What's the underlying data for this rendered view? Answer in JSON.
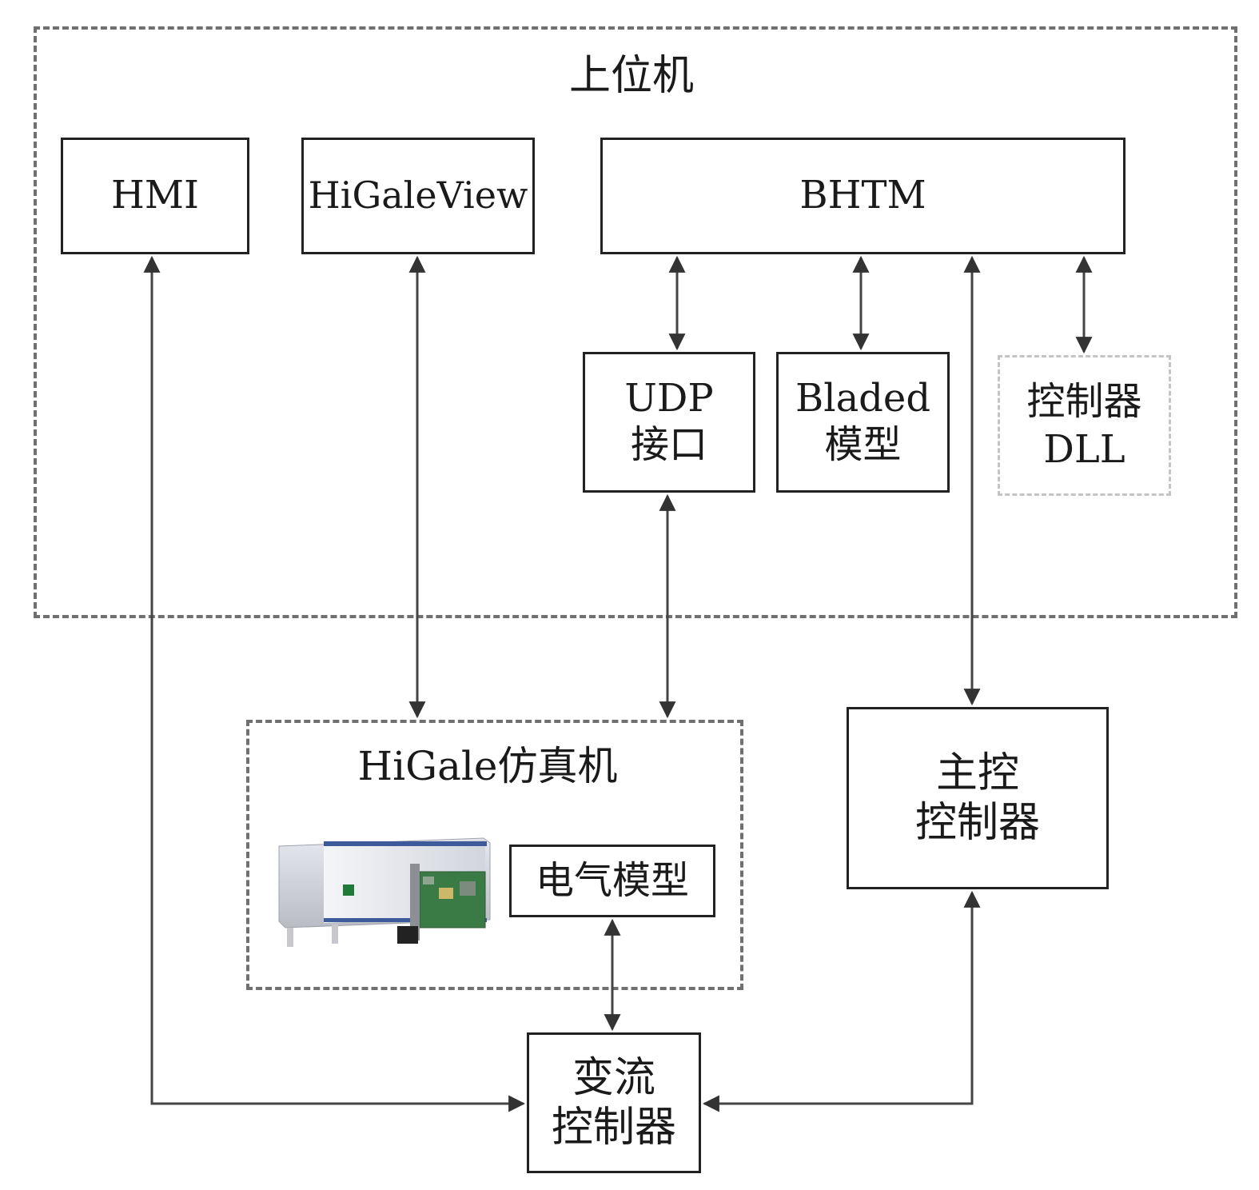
{
  "host": {
    "title": "上位机"
  },
  "hmi": {
    "label": "HMI"
  },
  "higaleview": {
    "label": "HiGaleView"
  },
  "bhtm": {
    "label": "BHTM"
  },
  "udp": {
    "line1": "UDP",
    "line2": "接口"
  },
  "bladed": {
    "line1": "Bladed",
    "line2": "模型"
  },
  "dll": {
    "line1": "控制器",
    "line2": "DLL"
  },
  "simulator": {
    "title": "HiGale仿真机",
    "electrical_model": "电气模型"
  },
  "main_controller": {
    "line1": "主控",
    "line2": "控制器"
  },
  "converter": {
    "line1": "变流",
    "line2": "控制器"
  }
}
